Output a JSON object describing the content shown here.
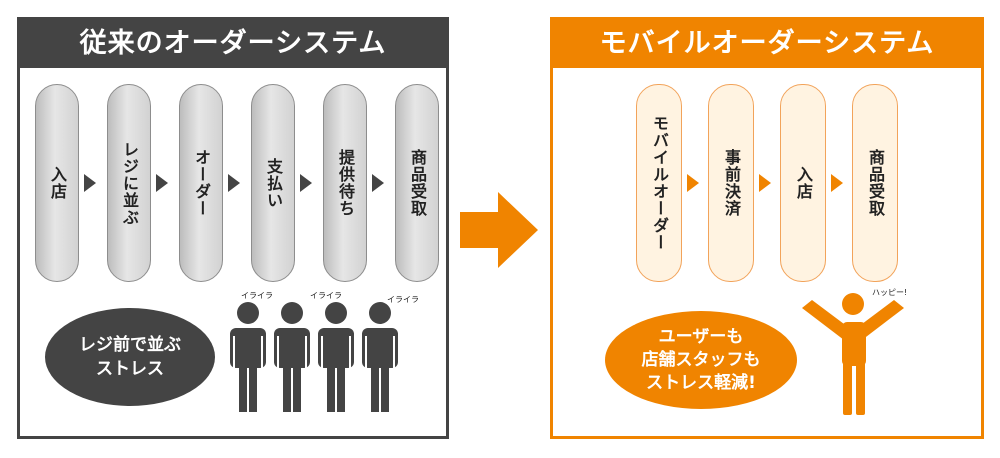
{
  "colors": {
    "legacy": "#444444",
    "mobile": "#F08400",
    "legacy_step_fill": "#DDDDDD",
    "mobile_step_fill": "#FFF3E1"
  },
  "left": {
    "title": "従来のオーダーシステム",
    "steps": [
      "入店",
      "レジに並ぶ",
      "オーダー",
      "支払い",
      "提供待ち",
      "商品受取"
    ],
    "bubble": [
      "レジ前で並ぶ",
      "ストレス"
    ],
    "annotation": "イライラ",
    "icon": "waiting-people-icon"
  },
  "right": {
    "title": "モバイルオーダーシステム",
    "steps": [
      "モバイルオーダー",
      "事前決済",
      "入店",
      "商品受取"
    ],
    "bubble": [
      "ユーザーも",
      "店舗スタッフも",
      "ストレス軽減!"
    ],
    "annotation": "ハッピー!",
    "icon": "happy-person-icon"
  },
  "transition_icon": "arrow-right-icon"
}
